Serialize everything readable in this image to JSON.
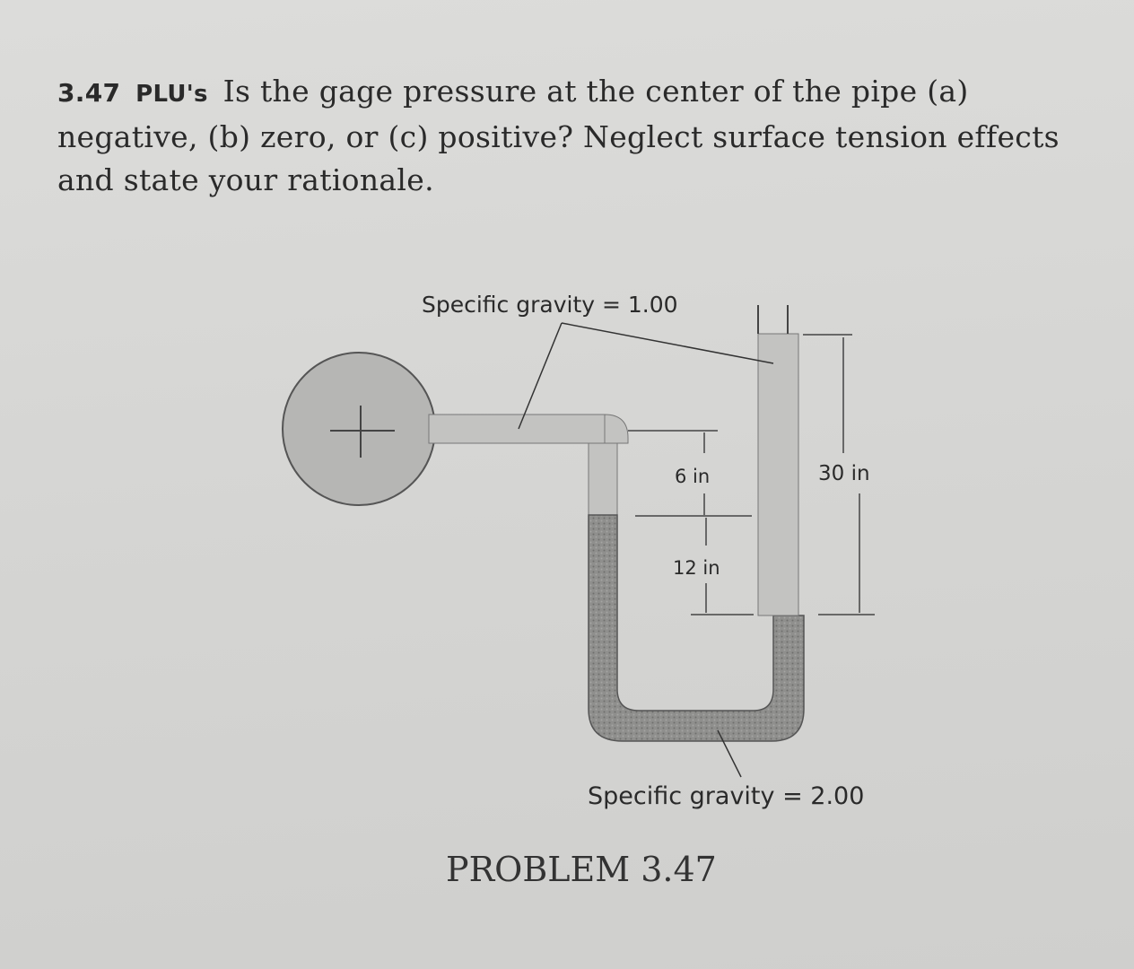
{
  "problem": {
    "number": "3.47",
    "tag": "PLU's",
    "text": "Is the gage pressure at the center of the pipe (a) negative, (b) zero, or (c) positive? Neglect surface tension effects and state your rationale."
  },
  "figure": {
    "label_sg_top": "Specific gravity = 1.00",
    "label_sg_bottom": "Specific gravity = 2.00",
    "dim_6": "6 in",
    "dim_12": "12 in",
    "dim_30": "30 in",
    "caption": "PROBLEM 3.47"
  },
  "colors": {
    "water_fill": "#c3c3c1",
    "pipe_fill": "#b6b6b4",
    "heavy_fluid_fill": "#8d8d8b",
    "line": "#2e2e2e"
  }
}
